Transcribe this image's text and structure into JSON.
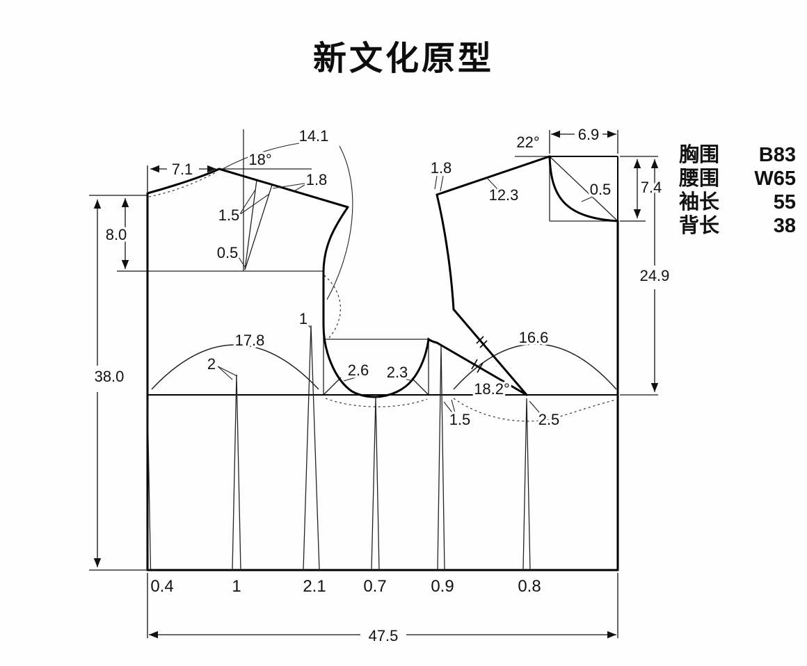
{
  "title": "新文化原型",
  "legend": {
    "items": [
      {
        "label": "胸围",
        "value": "B83"
      },
      {
        "label": "腰围",
        "value": "W65"
      },
      {
        "label": "袖长",
        "value": "55"
      },
      {
        "label": "背长",
        "value": "38"
      }
    ]
  },
  "measurements": {
    "back_neck_width": "7.1",
    "back_shoulder_angle": "18°",
    "back_shoulder_width": "14.1",
    "back_shoulder_guide": "1.8",
    "back_neck_rise": "8.0",
    "shoulder_dart_width": "1.5",
    "shoulder_dart_drop": "0.5",
    "back_length": "38.0",
    "back_armhole_arc": "17.8",
    "back_waist_dart_offset": "2",
    "armhole_guide": "1",
    "back_underarm_bisector": "2.6",
    "front_underarm_bisector": "2.3",
    "front_shoulder_angle": "22°",
    "front_neck_width": "6.9",
    "front_armhole_guide": "1.8",
    "front_shoulder_width": "12.3",
    "front_neck_bisector": "0.5",
    "front_neck_depth": "7.4",
    "front_length": "24.9",
    "front_armhole_arc": "16.6",
    "bust_dart_angle": "18.2°",
    "front_waist_guide": "1.5",
    "side_waist_guide": "2.5",
    "pattern_width": "47.5"
  },
  "waist_darts": [
    "0.4",
    "1",
    "2.1",
    "0.7",
    "0.9",
    "0.8"
  ]
}
